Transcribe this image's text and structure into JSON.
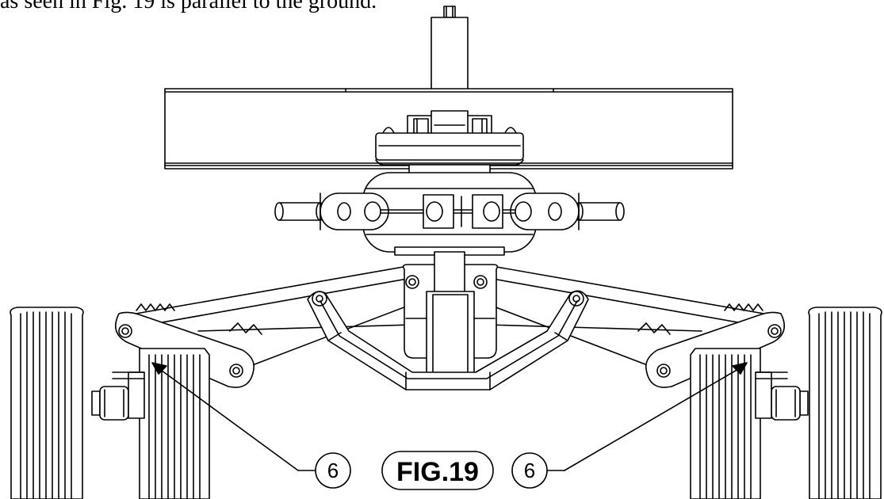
{
  "header": {
    "text": "as seen in Fig. 19 is parallel to the ground."
  },
  "figure": {
    "label": "FIG.19",
    "callouts": [
      "6",
      "6"
    ]
  }
}
